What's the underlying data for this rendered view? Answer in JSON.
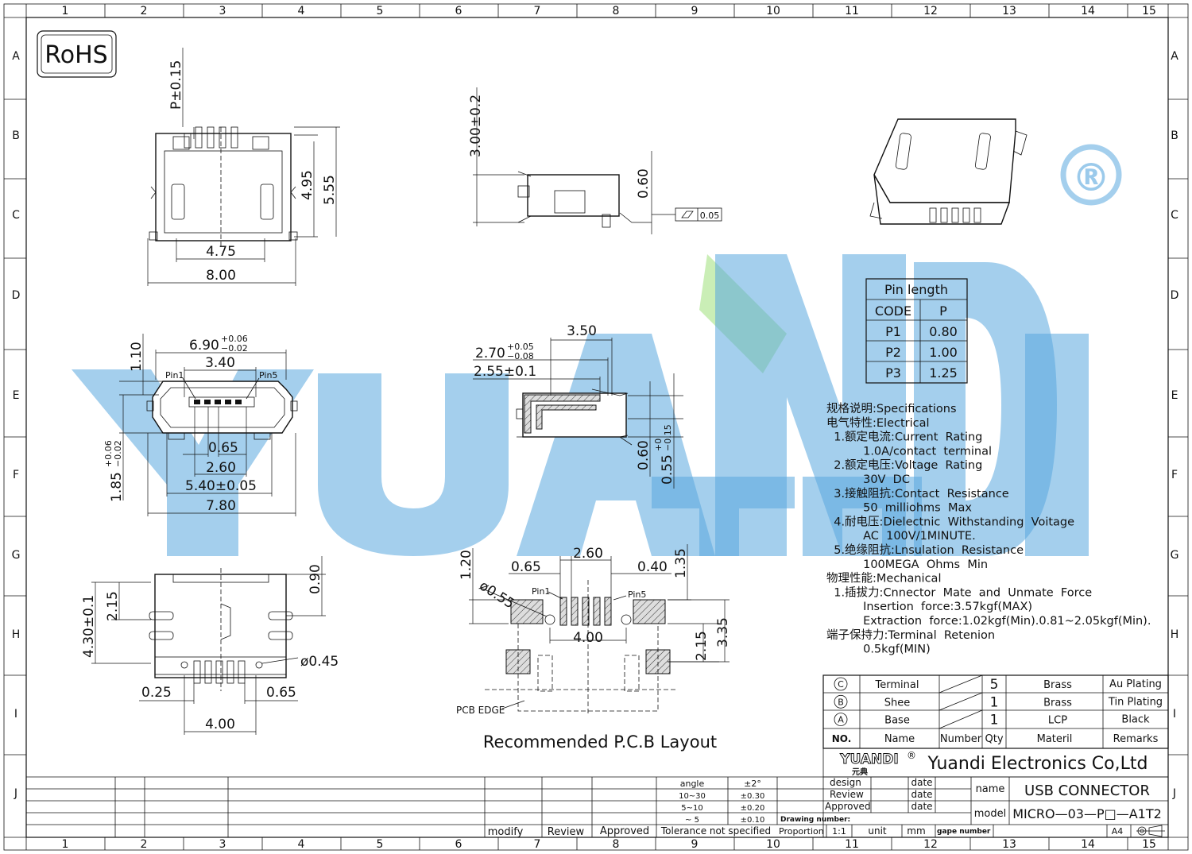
{
  "rohs": "RoHS",
  "grid": {
    "cols": [
      "1",
      "2",
      "3",
      "4",
      "5",
      "6",
      "7",
      "8",
      "9",
      "10",
      "11",
      "12",
      "13",
      "14",
      "15"
    ],
    "rows": [
      "A",
      "B",
      "C",
      "D",
      "E",
      "F",
      "G",
      "H",
      "I",
      "J"
    ]
  },
  "watermark": {
    "text": "YUANDI",
    "reg": "®",
    "cn": "元典"
  },
  "dims": {
    "p_tol": "P±0.15",
    "d495": "4.95",
    "d555": "5.55",
    "d475": "4.75",
    "d800": "8.00",
    "d300": "3.00±0.2",
    "d060a": "0.60",
    "flat": "0.05",
    "d110": "1.10",
    "d690": "6.90",
    "d690_tol_up": "+0.06",
    "d690_tol_dn": "−0.02",
    "d340": "3.40",
    "pin1": "Pin1",
    "pin5": "Pin5",
    "d185": "1.85",
    "d185_tol_up": "+0.06",
    "d185_tol_dn": "−0.02",
    "d065": "0.65",
    "d260": "2.60",
    "d540": "5.40±0.05",
    "d780": "7.80",
    "d350": "3.50",
    "d270": "2.70",
    "d270_tol_up": "+0.05",
    "d270_tol_dn": "−0.08",
    "d255": "2.55±0.1",
    "d060b": "0.60",
    "d055": "0.55",
    "d055_tol_up": "+0",
    "d055_tol_dn": "−0.15",
    "d215": "2.15",
    "d430": "4.30±0.1",
    "d090": "0.90",
    "d045": "ø0.45",
    "d025": "0.25",
    "d065b": "0.65",
    "d400": "4.00",
    "pcb_d120": "1.20",
    "pcb_d065": "0.65",
    "pcb_d260": "2.60",
    "pcb_d040": "0.40",
    "pcb_d135": "1.35",
    "pcb_d055": "ø0.55",
    "pcb_pin1": "Pin1",
    "pcb_pin5": "Pin5",
    "pcb_d400": "4.00",
    "pcb_d215": "2.15",
    "pcb_d335": "3.35",
    "pcb_edge": "PCB EDGE",
    "pcb_title": "Recommended  P.C.B  Layout"
  },
  "pin_length": {
    "title": "Pin  length",
    "headers": [
      "CODE",
      "P"
    ],
    "rows": [
      [
        "P1",
        "0.80"
      ],
      [
        "P2",
        "1.00"
      ],
      [
        "P3",
        "1.25"
      ]
    ]
  },
  "specs": [
    "规格说明:Specifications",
    "电气特性:Electrical",
    "  1.额定电流:Current  Rating",
    "          1.0A/contact  terminal",
    "  2.额定电压:Voltage  Rating",
    "          30V  DC",
    "  3.接触阻抗:Contact  Resistance",
    "          50  milliohms  Max",
    "  4.耐电压:Dielectnic  Withstanding  Voitage",
    "          AC  100V/1MINUTE.",
    "  5.绝缘阻抗:Lnsulation  Resistance",
    "          100MEGA  Ohms  Min",
    "物理性能:Mechanical",
    "  1.插拔力:Cnnector  Mate  and  Unmate  Force",
    "          Insertion  force:3.57kgf(MAX)",
    "          Extraction  force:1.02kgf(Min).0.81~2.05kgf(Min).",
    "端子保持力:Terminal  Retenion",
    "          0.5kgf(MIN)"
  ],
  "bom": {
    "rows": [
      {
        "no": "C",
        "name": "Terminal",
        "qty": "5",
        "material": "Brass",
        "remarks": "Au  Plating"
      },
      {
        "no": "B",
        "name": "Shee",
        "qty": "1",
        "material": "Brass",
        "remarks": "Tin  Plating"
      },
      {
        "no": "A",
        "name": "Base",
        "qty": "1",
        "material": "LCP",
        "remarks": "Black"
      }
    ],
    "headers": {
      "no": "NO.",
      "name": "Name",
      "number": "Number",
      "qty": "Qty",
      "material": "Materil",
      "remarks": "Remarks"
    }
  },
  "company": {
    "logo": "YUANDI",
    "logo_cn": "元典",
    "reg": "®",
    "name": "Yuandi  Electronics  Co,Ltd"
  },
  "title_block": {
    "design": "design",
    "review": "Review",
    "approved": "Approved",
    "date": "date",
    "name_label": "name",
    "name_value": "USB  CONNECTOR",
    "model_label": "model",
    "model_value": "MICRO—03—P□—A1T2",
    "drawing_number": "Drawing  number:",
    "proportion": "Proportion",
    "scale": "1:1",
    "unit": "unit",
    "mm": "mm",
    "gape_number": "gape  number",
    "size": "A4",
    "tol_angle": "angle",
    "tol_angle_v": "±2°",
    "tol1": "10~30",
    "tol1_v": "±0.30",
    "tol2": "5~10",
    "tol2_v": "±0.20",
    "tol3": "~ 5",
    "tol3_v": "±0.10",
    "tol_note": "Tolerance  not  specified",
    "modify": "modify",
    "review2": "Review",
    "approved2": "Approved"
  }
}
